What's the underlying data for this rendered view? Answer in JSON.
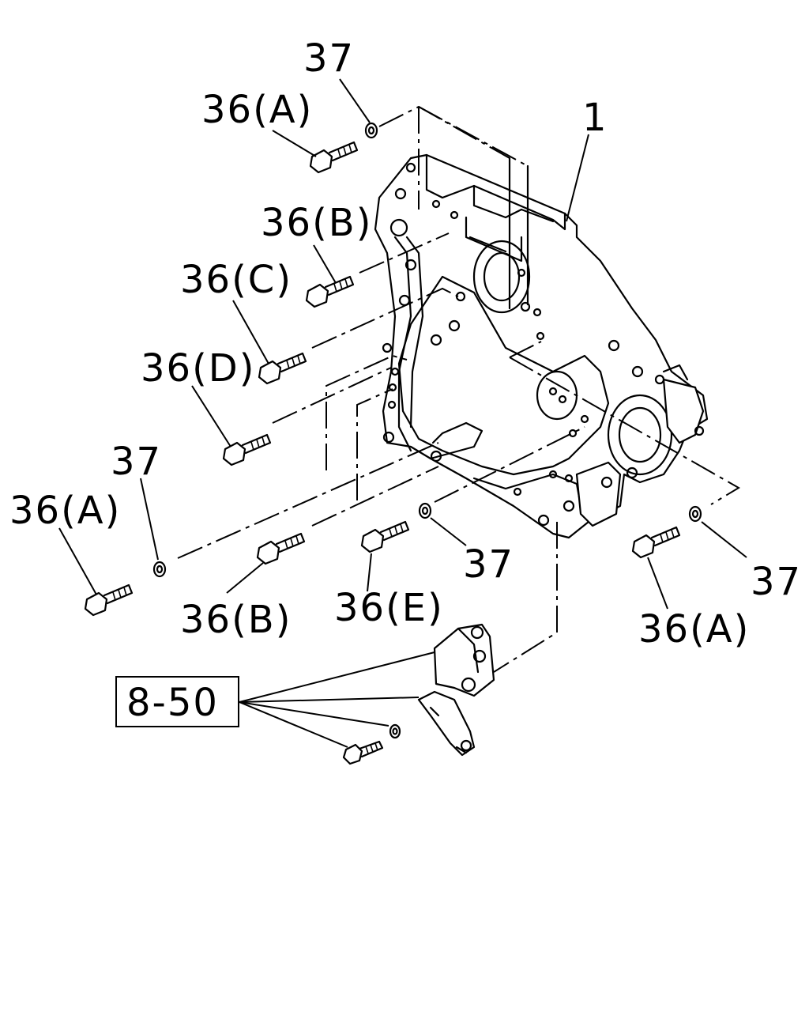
{
  "callouts": {
    "washer_top": "37",
    "bolt_a_top": "36(A)",
    "main_part": "1",
    "bolt_b_top": "36(B)",
    "bolt_c": "36(C)",
    "bolt_d": "36(D)",
    "washer_left": "37",
    "bolt_a_left": "36(A)",
    "bolt_b_bottom": "36(B)",
    "bolt_e": "36(E)",
    "washer_mid": "37",
    "washer_right": "37",
    "bolt_a_right": "36(A)",
    "ref_box": "8-50"
  }
}
